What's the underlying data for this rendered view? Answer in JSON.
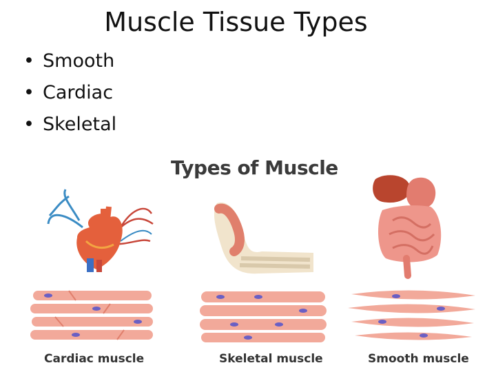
{
  "slide": {
    "title": "Muscle Tissue Types",
    "bullets": [
      "Smooth",
      "Cardiac",
      "Skeletal"
    ],
    "bullet_glyph": "•"
  },
  "figure": {
    "title": "Types of Muscle",
    "captions": {
      "cardiac": "Cardiac muscle",
      "skeletal": "Skeletal muscle",
      "smooth": "Smooth muscle"
    },
    "colors": {
      "muscle": "#f2a99a",
      "muscle_dark": "#e07f6c",
      "nucleus": "#6a5fc4",
      "heart": "#e4603c",
      "vessel_blue": "#3b8cc4",
      "organ": "#e88a80"
    }
  }
}
